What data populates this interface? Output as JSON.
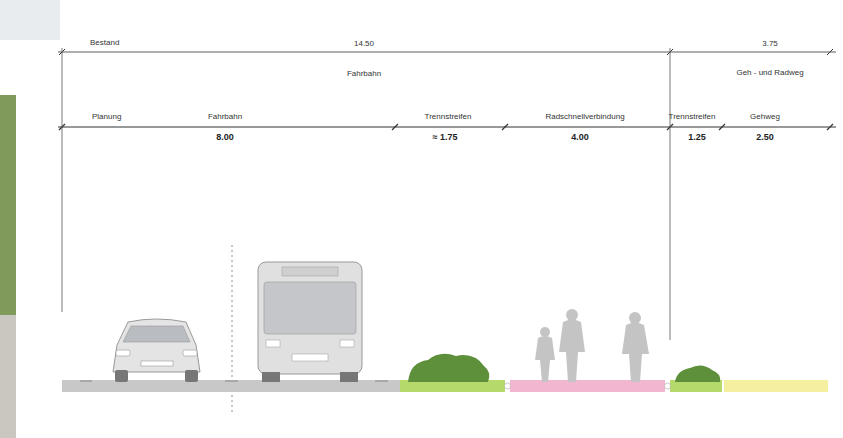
{
  "diagram": {
    "labels": [
      "Bestand",
      "14.50",
      "3.75",
      "Fahrbahn",
      "Geh - und Radweg",
      "Planung",
      "Fahrbahn",
      "Trennstreifen",
      "Radschnellverbindung",
      "Trennstreifen",
      "Gehweg",
      "8.00",
      "≈ 1.75",
      "4.00",
      "1.25",
      "2.50"
    ]
  }
}
